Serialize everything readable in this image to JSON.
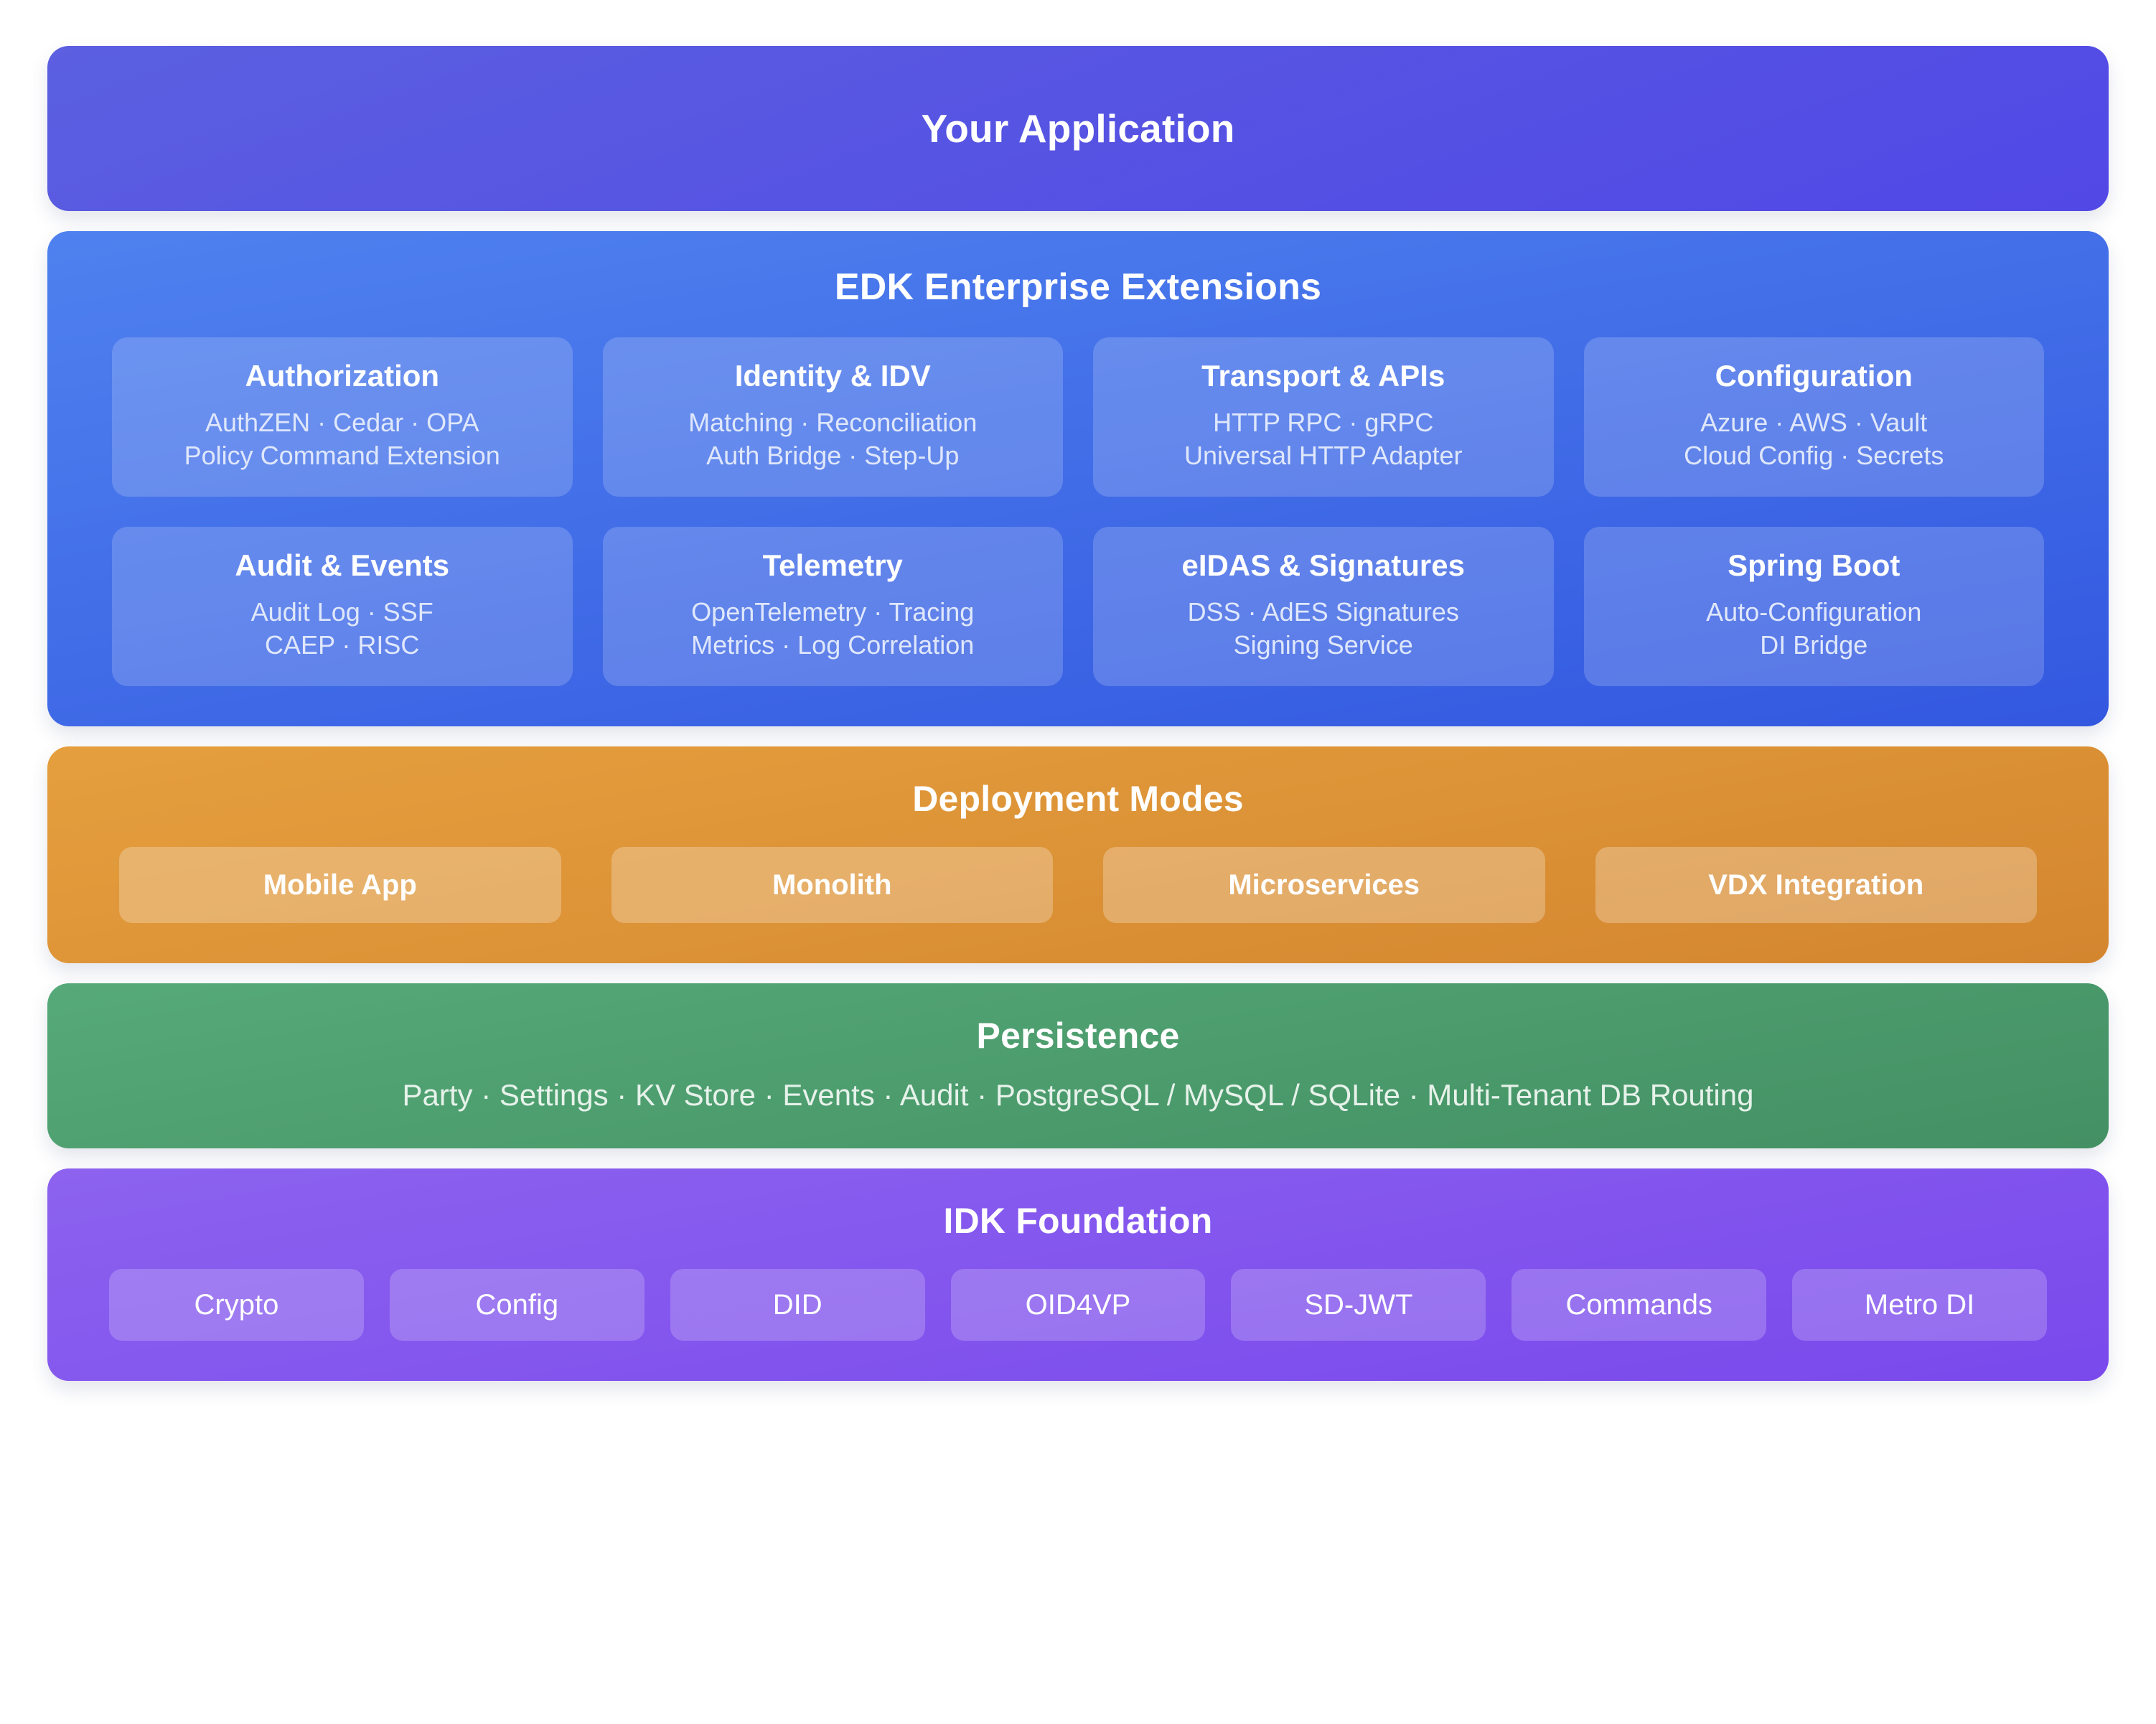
{
  "diagram": {
    "type": "layered-architecture-stack",
    "background": "#ffffff",
    "layers": [
      {
        "id": "application",
        "title": "Your Application",
        "color": "#5148e6"
      },
      {
        "id": "edk",
        "title": "EDK Enterprise Extensions",
        "color": "#3f6ce7"
      },
      {
        "id": "deployment",
        "title": "Deployment Modes",
        "color": "#dd9436"
      },
      {
        "id": "persistence",
        "title": "Persistence",
        "color": "#4b9c6e"
      },
      {
        "id": "foundation",
        "title": "IDK Foundation",
        "color": "#8153ee"
      }
    ]
  },
  "application": {
    "title": "Your Application"
  },
  "edk": {
    "title": "EDK Enterprise Extensions",
    "cards": [
      {
        "title": "Authorization",
        "line1": "AuthZEN · Cedar · OPA",
        "line2": "Policy Command Extension"
      },
      {
        "title": "Identity & IDV",
        "line1": "Matching · Reconciliation",
        "line2": "Auth Bridge · Step-Up"
      },
      {
        "title": "Transport & APIs",
        "line1": "HTTP RPC · gRPC",
        "line2": "Universal HTTP Adapter"
      },
      {
        "title": "Configuration",
        "line1": "Azure · AWS · Vault",
        "line2": "Cloud Config · Secrets"
      },
      {
        "title": "Audit & Events",
        "line1": "Audit Log · SSF",
        "line2": "CAEP · RISC"
      },
      {
        "title": "Telemetry",
        "line1": "OpenTelemetry · Tracing",
        "line2": "Metrics · Log Correlation"
      },
      {
        "title": "eIDAS & Signatures",
        "line1": "DSS · AdES Signatures",
        "line2": "Signing Service"
      },
      {
        "title": "Spring Boot",
        "line1": "Auto-Configuration",
        "line2": "DI Bridge"
      }
    ]
  },
  "deployment": {
    "title": "Deployment Modes",
    "modes": [
      {
        "label": "Mobile App"
      },
      {
        "label": "Monolith"
      },
      {
        "label": "Microservices"
      },
      {
        "label": "VDX Integration"
      }
    ]
  },
  "persistence": {
    "title": "Persistence",
    "summary": "Party · Settings · KV Store · Events · Audit · PostgreSQL / MySQL / SQLite · Multi-Tenant DB Routing"
  },
  "foundation": {
    "title": "IDK Foundation",
    "modules": [
      {
        "label": "Crypto"
      },
      {
        "label": "Config"
      },
      {
        "label": "DID"
      },
      {
        "label": "OID4VP"
      },
      {
        "label": "SD-JWT"
      },
      {
        "label": "Commands"
      },
      {
        "label": "Metro DI"
      }
    ]
  }
}
